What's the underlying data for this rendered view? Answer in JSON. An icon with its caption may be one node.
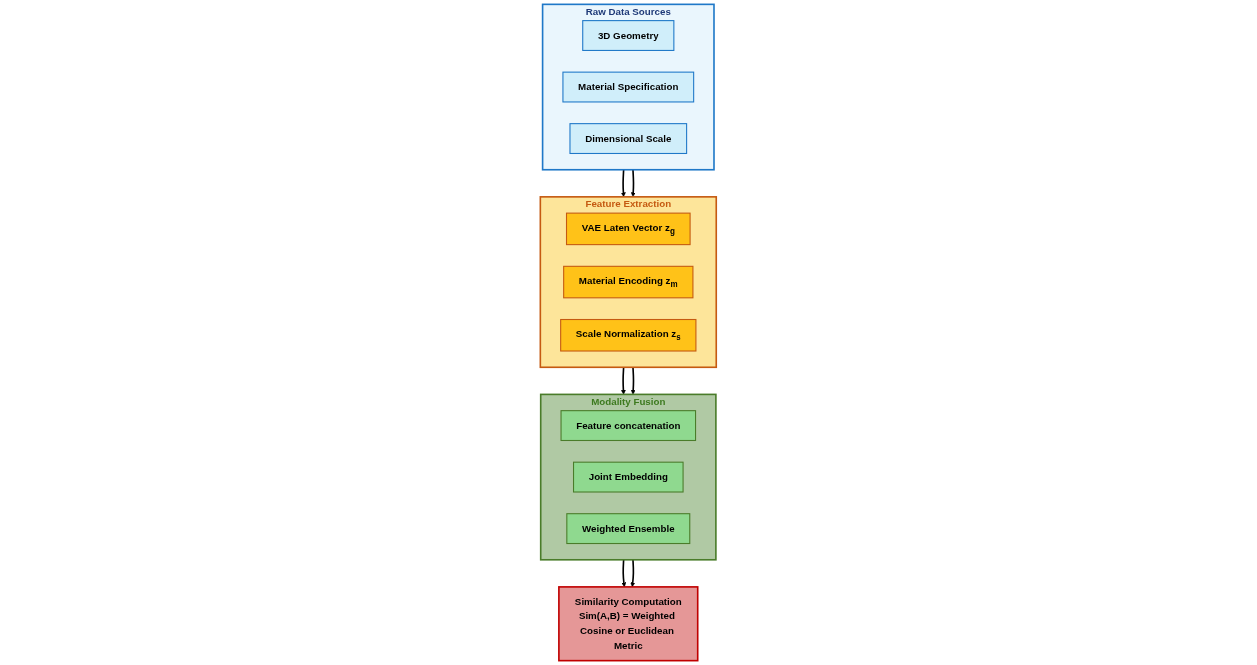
{
  "diagram": {
    "nodes": [
      {
        "text": [
          "Raw Data Sources"
        ]
      },
      {
        "text": [
          "3D Geometry"
        ],
        "in": 0
      },
      {
        "text": [
          "Material Specification"
        ],
        "in": 0
      },
      {
        "text": [
          "Dimensional Scale"
        ],
        "in": 0
      },
      {
        "text": [
          "Feature Extraction"
        ]
      },
      {
        "text": [
          "VAE Laten Vector z$_{g}$"
        ],
        "in": 4
      },
      {
        "text": [
          "Material Encoding z$_{m}$"
        ],
        "in": 4
      },
      {
        "text": [
          "Scale Normalization z$_{s}$"
        ],
        "in": 4
      },
      {
        "text": [
          "Modality Fusion"
        ]
      },
      {
        "text": [
          "Feature concatenation"
        ],
        "in": 8
      },
      {
        "text": [
          "Joint Embedding"
        ],
        "in": 8
      },
      {
        "text": [
          "Weighted Ensemble"
        ],
        "in": 8
      },
      {
        "text": [
          "Similarity Computation",
          "Sim(A,B) = Weighted Cosine or Euclidean Metric"
        ]
      }
    ],
    "edges": [
      {
        "from": 0,
        "to": 4,
        "arrow": "to"
      },
      {
        "from": 0,
        "to": 4,
        "arrow": "to"
      },
      {
        "from": 4,
        "to": 8,
        "arrow": "to"
      },
      {
        "from": 4,
        "to": 8,
        "arrow": "to"
      },
      {
        "from": 8,
        "to": 12,
        "arrow": "to"
      },
      {
        "from": 8,
        "to": 12,
        "arrow": "to"
      }
    ]
  }
}
